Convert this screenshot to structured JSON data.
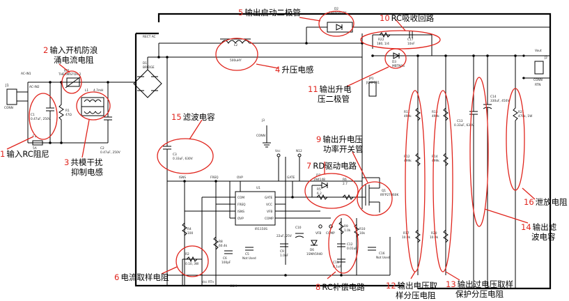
{
  "component_labels": {
    "j1": "J1",
    "conn_j1": "CONN",
    "ac_in1": "AC-IN1",
    "ac_in2": "AC-IN2",
    "c1": "C1",
    "c1_val": "0.47uF, 250V",
    "f1": "F1",
    "f1_val": "5A",
    "rt1": "RT1",
    "rt1_val": "THERMISTOR 2",
    "r1": "R1",
    "r1_val": "47Ω",
    "l1": "L1",
    "l1_val": "4.7mH",
    "c2": "C2",
    "c2_val": "0.47uF, 250V",
    "rect_ac": "RECT AC",
    "d1": "D1",
    "d1_val": "BRIDGE",
    "l2": "L2",
    "l2_val": "500uHY",
    "d2": "D2",
    "d2_val": "1N4004GSS",
    "r22": "R22",
    "r22_val": "180, 1/4",
    "c17": "C17",
    "c17_val": "10nF",
    "d3": "D3",
    "d3_val": "MBTN06",
    "jp1": "JP1",
    "jp1_val": "JUMPER1",
    "vout": "Vout",
    "j2": "J2",
    "conn_j2": "CONN",
    "rtn": "RTN",
    "c3": "C3",
    "c3_val": "0.33uF, 630V",
    "j3": "J3",
    "conn_j3": "CONN",
    "vcc": "Vcc",
    "n12": "N12",
    "d7": "D7",
    "d7_val": "1N4148",
    "r5": "R5",
    "r5_val": "6.2",
    "r6": "R6",
    "r6_val": "2.7",
    "q1": "Q1",
    "q1_val": "IRFP27N60K",
    "ish": "ISNS",
    "freq": "FREQ",
    "ovp": "OVP",
    "gate": "GATE",
    "u1": "U1",
    "u1_val": "IR1150S",
    "pin_com": "COM",
    "pin_gate": "GATE",
    "pin_freq": "FREQ",
    "pin_vcc": "VCC",
    "pin_isns": "ISNS",
    "pin_vfb": "VFB",
    "pin_ovp": "OVP",
    "pin_comp": "COMP",
    "r4": "R4",
    "r4_val": "100",
    "r8": "R8",
    "r8_val": "60.4k",
    "c6": "C6",
    "c6_val": "100pF",
    "c5": "C5",
    "c5_val": "Not Used",
    "c9": "C9",
    "c9_val": "1.0uF",
    "c10": "C10",
    "c10_val": "22uF, 25V",
    "d6": "D6",
    "d6_val": "1SMA5940",
    "vfb": "VFB",
    "comp": "COMP",
    "r9": "R9",
    "r9_val": "1.0k",
    "c12": "C12",
    "c12_val": "0.01uF",
    "c11": "C11",
    "c11_val": "0.1uF",
    "r10": "R10",
    "r10_val": "10k",
    "c16": "C16",
    "c16_val": "Not Used",
    "r2": "R2",
    "r2_val": "0.10, 3W",
    "vcc_rtn": "Vcc RTn",
    "com": "COM",
    "r11": "R11",
    "r11_val": "499k",
    "r12": "R12",
    "r12_val": "499k",
    "r13": "R13",
    "r13_val": "499k",
    "r14": "R14",
    "r14_val": "499k",
    "r17": "R17",
    "r17_val": "10.0k",
    "r20": "R20",
    "r20_val": "10.0k",
    "c13": "C13",
    "c13_val": "0.33uF, 630V",
    "c14": "C14",
    "c14_val": "330uF, 450V",
    "r21": "R21",
    "r21_val": "470k, 1W"
  },
  "annotations": [
    {
      "num": "1",
      "text": "输入RC阻尼"
    },
    {
      "num": "2",
      "text": "输入开机防浪"
    },
    {
      "num": "",
      "text": "涌电流电阻"
    },
    {
      "num": "3",
      "text": "共模干扰"
    },
    {
      "num": "",
      "text": "抑制电感"
    },
    {
      "num": "4",
      "text": "升压电感"
    },
    {
      "num": "5",
      "text": "输出启动二极管"
    },
    {
      "num": "6",
      "text": "电流取样电阻"
    },
    {
      "num": "7",
      "text": "RD驱动电路"
    },
    {
      "num": "8",
      "text": "RC补偿电路"
    },
    {
      "num": "9",
      "text": "输出升电压"
    },
    {
      "num": "",
      "text": "功率开关管"
    },
    {
      "num": "10",
      "text": "RC吸收回路"
    },
    {
      "num": "11",
      "text": "输出升电"
    },
    {
      "num": "",
      "text": "压二极管"
    },
    {
      "num": "12",
      "text": "输出电压取"
    },
    {
      "num": "",
      "text": "样分压电阻"
    },
    {
      "num": "13",
      "text": "输出过电压取样"
    },
    {
      "num": "",
      "text": "保护分压电阻"
    },
    {
      "num": "14",
      "text": "输出滤"
    },
    {
      "num": "",
      "text": "波电容"
    },
    {
      "num": "15",
      "text": "滤波电容"
    },
    {
      "num": "16",
      "text": "泄放电阻"
    }
  ],
  "colors": {
    "annotation_red": "#e0241c",
    "wire": "#000000"
  }
}
